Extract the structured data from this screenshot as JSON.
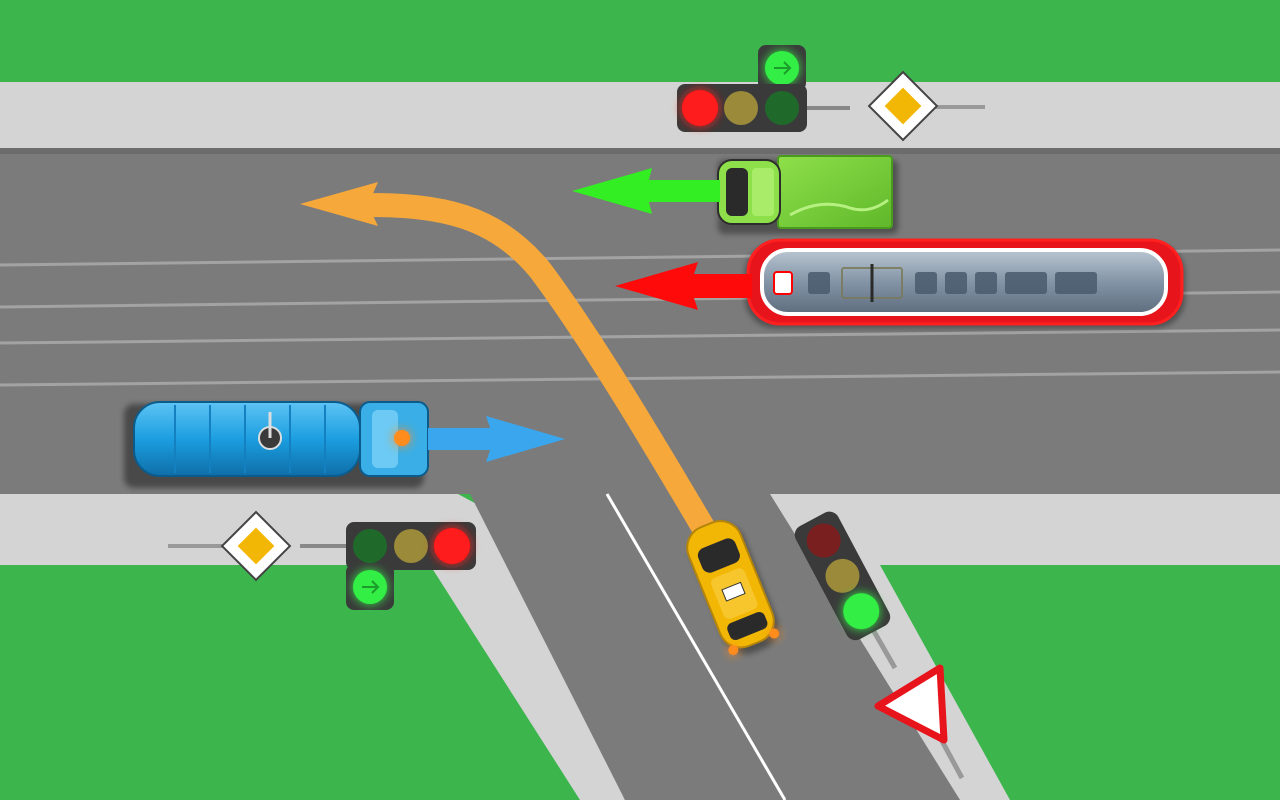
{
  "scene": {
    "type": "traffic-intersection-diagram",
    "colors": {
      "grass": "#3cb54d",
      "sidewalk": "#d4d4d4",
      "road": "#7b7b7b",
      "lane_marking": "#ffffff",
      "tram_rail": "#9a9a9a"
    },
    "vehicles": [
      {
        "id": "green-truck",
        "kind": "truck",
        "color": "#86d63a",
        "direction": "left"
      },
      {
        "id": "red-tram",
        "kind": "tram",
        "color": "#e8141c",
        "direction": "left",
        "highlighted": true
      },
      {
        "id": "blue-tanker",
        "kind": "tanker-truck",
        "color": "#1fa0e0",
        "direction": "right"
      },
      {
        "id": "yellow-taxi",
        "kind": "taxi",
        "color": "#f2b705",
        "direction": "left-turn"
      }
    ],
    "arrows": [
      {
        "id": "green-arrow",
        "color": "#33ee22",
        "meaning": "straight-left"
      },
      {
        "id": "red-arrow",
        "color": "#ff0a0a",
        "meaning": "straight-left"
      },
      {
        "id": "blue-arrow",
        "color": "#3aa6ee",
        "meaning": "straight-right"
      },
      {
        "id": "orange-arrow",
        "color": "#f7a83a",
        "meaning": "left-turn"
      }
    ],
    "traffic_lights": [
      {
        "id": "light-top",
        "lit": "red",
        "arrow_section": "green"
      },
      {
        "id": "light-bottom-left",
        "lit": "red",
        "arrow_section": "green"
      },
      {
        "id": "light-bottom-right",
        "lit": "green"
      }
    ],
    "signs": [
      {
        "id": "priority-road-top",
        "type": "priority-road"
      },
      {
        "id": "priority-road-left",
        "type": "priority-road"
      },
      {
        "id": "yield-sign",
        "type": "yield"
      }
    ]
  }
}
